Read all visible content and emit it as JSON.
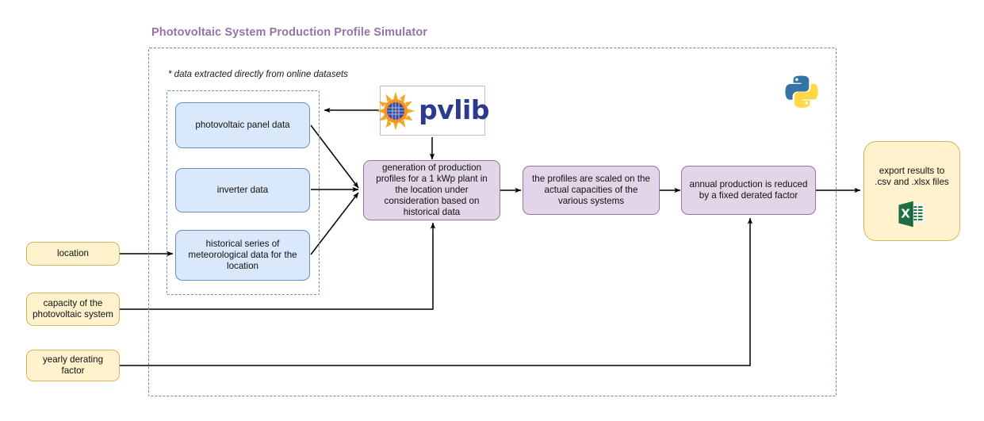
{
  "diagram": {
    "title": "Photovoltaic System Production Profile Simulator",
    "note": "* data extracted directly from online datasets",
    "colors": {
      "title": "#9673a6",
      "outer_container_border": "#9673a6",
      "inner_container_border": "#6c8ebf",
      "blue_fill": "#dae8fc",
      "blue_border": "#6c8ebf",
      "purple_fill": "#e1d5e7",
      "purple_border": "#9673a6",
      "yellow_fill": "#fff2cc",
      "yellow_border": "#d6b656",
      "edge": "#000000",
      "python_blue": "#3673a5",
      "python_yellow": "#ffd845",
      "excel_green": "#1d7044",
      "pvlib_text": "#2b3a8f",
      "pvlib_sun": "#f5a623"
    }
  },
  "data_sources": {
    "panel": "photovoltaic panel data",
    "inverter": "inverter data",
    "meteo": "historical series of meteorological data for the location"
  },
  "library": {
    "name": "pvlib",
    "logo_icon": "pvlib-sun-panel-logo"
  },
  "runtime": {
    "logo_icon": "python-logo"
  },
  "process": {
    "generation": "generation of production profiles for a 1 kWp plant in the location under consideration based on historical data",
    "scaling": "the profiles are scaled on the actual capacities of the various systems",
    "derating": "annual production is reduced by a fixed derated factor"
  },
  "inputs": {
    "location": "location",
    "capacity": "capacity of the photovoltaic system",
    "derating_factor": "yearly derating factor"
  },
  "output": {
    "export": "export results to .csv and .xlsx files",
    "icon": "excel-file-icon"
  }
}
